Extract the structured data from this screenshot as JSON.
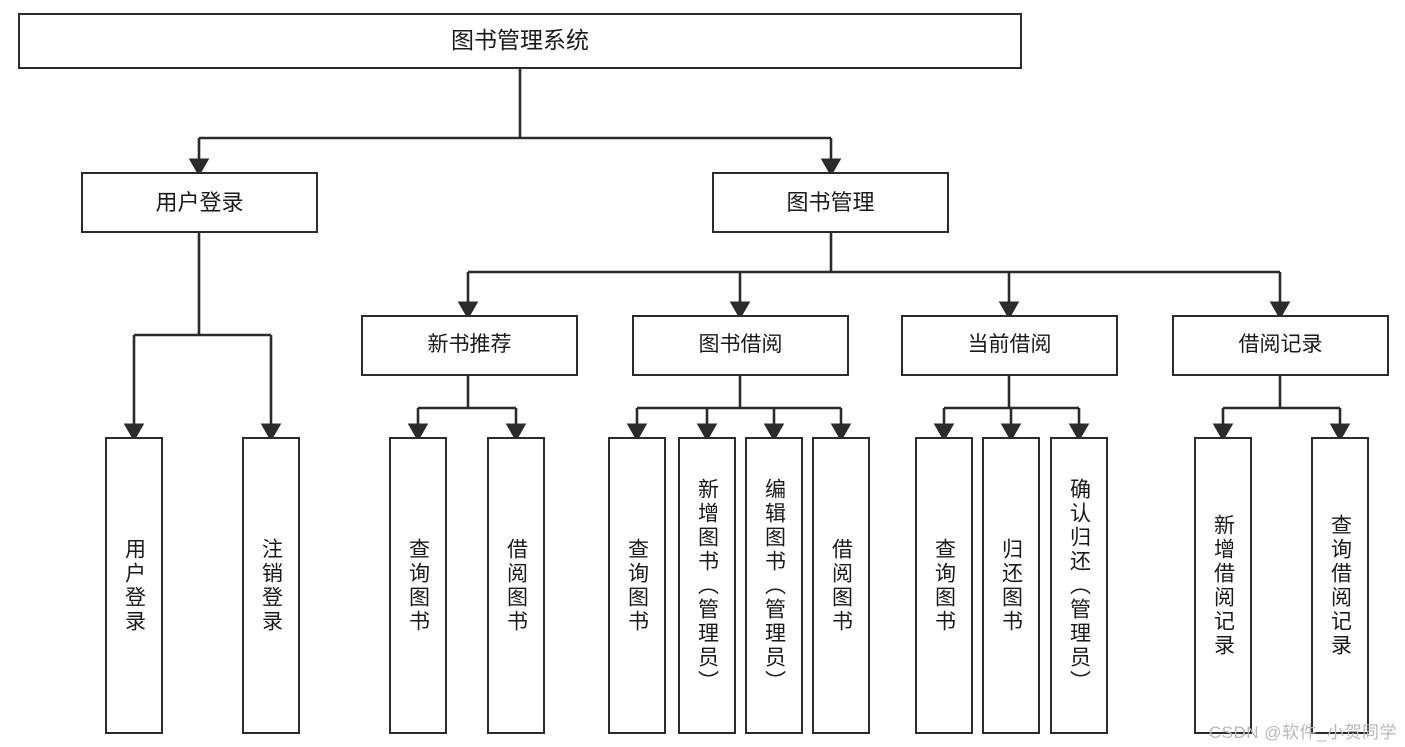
{
  "diagram": {
    "type": "tree-hierarchy-chart",
    "title": "图书管理系统",
    "watermark": "CSDN @软件_小贺同学",
    "colors": {
      "box_border": "#2b2b2b",
      "box_fill": "#ffffff",
      "edge": "#2b2b2b",
      "text": "#1a1a1a",
      "watermark": "#b8b8b8"
    },
    "root": {
      "label": "图书管理系统"
    },
    "level2": [
      {
        "label": "用户登录"
      },
      {
        "label": "图书管理"
      }
    ],
    "level3": [
      {
        "label": "新书推荐"
      },
      {
        "label": "图书借阅"
      },
      {
        "label": "当前借阅"
      },
      {
        "label": "借阅记录"
      }
    ],
    "leaves": {
      "user_login": [
        {
          "label": "用户登录"
        },
        {
          "label": "注销登录"
        }
      ],
      "new_book_recommend": [
        {
          "label": "查询图书"
        },
        {
          "label": "借阅图书"
        }
      ],
      "book_borrow": [
        {
          "label": "查询图书"
        },
        {
          "label": "新增图书（管理员）"
        },
        {
          "label": "编辑图书（管理员）"
        },
        {
          "label": "借阅图书"
        }
      ],
      "current_borrow": [
        {
          "label": "查询图书"
        },
        {
          "label": "归还图书"
        },
        {
          "label": "确认归还（管理员）"
        }
      ],
      "borrow_record": [
        {
          "label": "新增借阅记录"
        },
        {
          "label": "查询借阅记录"
        }
      ]
    }
  }
}
